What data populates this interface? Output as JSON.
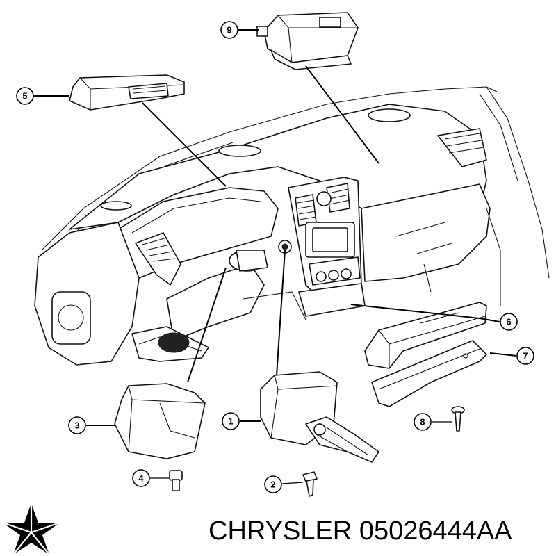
{
  "caption": {
    "brand": "CHRYSLER",
    "part_number": "05026444AA"
  },
  "callouts": [
    {
      "id": "callout-1",
      "label": "1"
    },
    {
      "id": "callout-2",
      "label": "2"
    },
    {
      "id": "callout-3",
      "label": "3"
    },
    {
      "id": "callout-4",
      "label": "4"
    },
    {
      "id": "callout-5",
      "label": "5"
    },
    {
      "id": "callout-6",
      "label": "6"
    },
    {
      "id": "callout-7",
      "label": "7"
    },
    {
      "id": "callout-8",
      "label": "8"
    },
    {
      "id": "callout-9",
      "label": "9"
    }
  ],
  "logo": {
    "icon": "pentastar-logo-icon",
    "color": "#000000"
  }
}
